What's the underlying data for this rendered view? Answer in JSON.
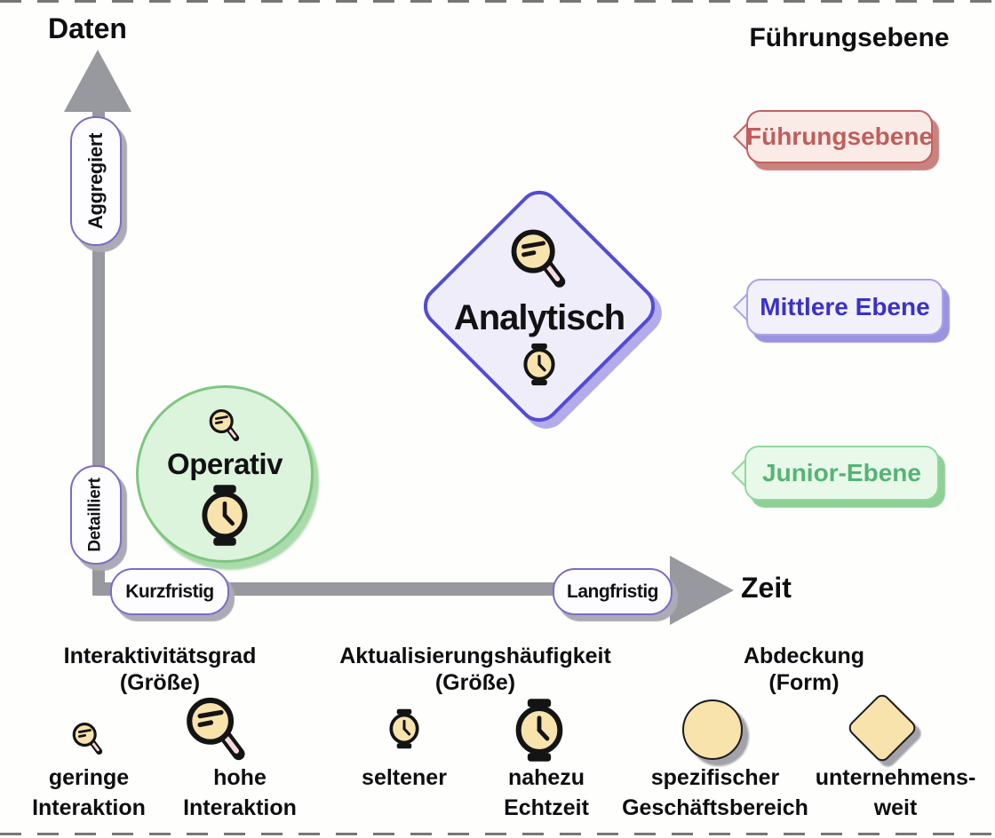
{
  "axes": {
    "y_title": "Daten",
    "x_title": "Zeit",
    "y_top_label": "Aggregiert",
    "y_bottom_label": "Detailliert",
    "x_left_label": "Kurzfristig",
    "x_right_label": "Langfristig"
  },
  "nodes": {
    "operativ": {
      "label": "Operativ",
      "shape": "circle",
      "fill": "#DCF3DC",
      "border": "#7EC67F"
    },
    "analytisch": {
      "label": "Analytisch",
      "shape": "diamond",
      "fill": "#EFEDFA",
      "border": "#544BD4"
    }
  },
  "legend_levels": {
    "title": "Führungsebene",
    "items": [
      {
        "label": "Führungsebene",
        "fill": "#FBEBE7",
        "border": "#C2615F",
        "text_color": "#BF5E5C"
      },
      {
        "label": "Mittlere Ebene",
        "fill": "#F1F0FB",
        "border": "#A9A4E8",
        "text_color": "#3A31C8"
      },
      {
        "label": "Junior-Ebene",
        "fill": "#E9F9E9",
        "border": "#90D89A",
        "text_color": "#55B475"
      }
    ]
  },
  "legend_bottom": {
    "groups": [
      {
        "title": "Interaktivitätsgrad",
        "subtitle": "(Größe)",
        "items": [
          {
            "icon": "magnifier-small-icon",
            "label": "geringe\nInteraktion"
          },
          {
            "icon": "magnifier-large-icon",
            "label": "hohe\nInteraktion"
          }
        ]
      },
      {
        "title": "Aktualisierungshäufigkeit",
        "subtitle": "(Größe)",
        "items": [
          {
            "icon": "watch-small-icon",
            "label": "seltener"
          },
          {
            "icon": "watch-large-icon",
            "label": "nahezu\nEchtzeit"
          }
        ]
      },
      {
        "title": "Abdeckung",
        "subtitle": "(Form)",
        "items": [
          {
            "icon": "circle-shape-icon",
            "label": "spezifischer\nGeschäftsbereich"
          },
          {
            "icon": "diamond-shape-icon",
            "label": "unternehmens-\nweit"
          }
        ]
      }
    ]
  },
  "colors": {
    "axis_gray": "#97999F",
    "icon_fill": "#F8E3AC",
    "icon_stroke": "#141414",
    "handle_pink": "#F9D9DC",
    "pill_border": "#7D6BC7",
    "pill_fill": "#FDFCFF",
    "shadow_gray": "#ACAAB4"
  }
}
